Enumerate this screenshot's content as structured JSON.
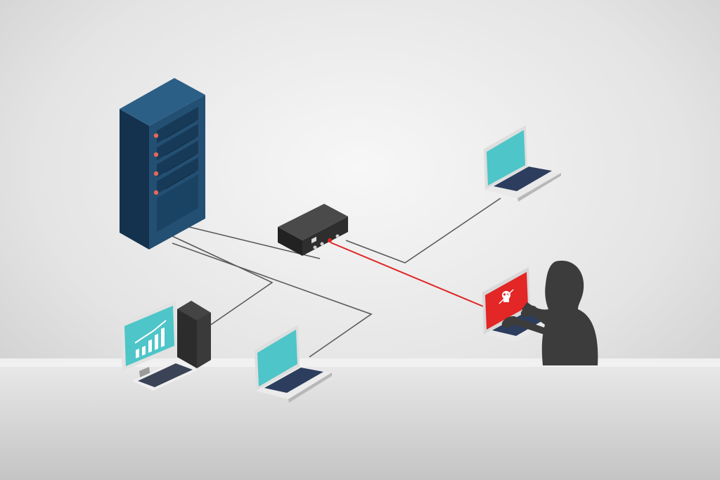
{
  "diagram": {
    "nodes": [
      {
        "id": "server-rack",
        "kind": "server"
      },
      {
        "id": "network-switch",
        "kind": "switch"
      },
      {
        "id": "laptop-top-right",
        "kind": "laptop"
      },
      {
        "id": "desktop-workstation",
        "kind": "desktop"
      },
      {
        "id": "laptop-bottom-center",
        "kind": "laptop"
      },
      {
        "id": "hacker-laptop",
        "kind": "attacker-laptop"
      }
    ],
    "links": [
      {
        "from": "server-rack",
        "to": "network-switch",
        "compromised": false
      },
      {
        "from": "server-rack",
        "to": "desktop-workstation",
        "compromised": false
      },
      {
        "from": "server-rack",
        "to": "laptop-bottom-center",
        "compromised": false
      },
      {
        "from": "network-switch",
        "to": "laptop-top-right",
        "compromised": false
      },
      {
        "from": "network-switch",
        "to": "hacker-laptop",
        "compromised": true
      }
    ],
    "colors": {
      "server_body": "#1d4666",
      "server_front": "#234f72",
      "server_led": "#e8675a",
      "screen": "#4ec5c8",
      "cable": "#5a5a5a",
      "intrusion_cable": "#e02424",
      "hacker": "#3c3c3c",
      "attacker_screen": "#e32626"
    },
    "icons": [
      "skull-icon",
      "bar-chart-icon"
    ]
  }
}
